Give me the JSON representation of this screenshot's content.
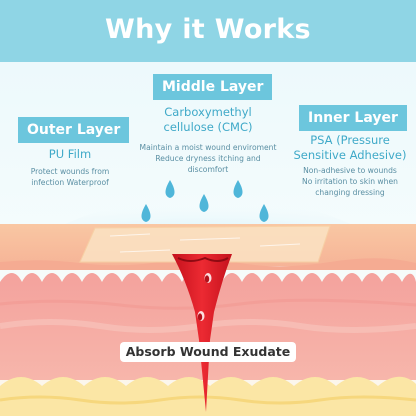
{
  "title": "Why it Works",
  "layers": {
    "outer": {
      "tag": "Outer Layer",
      "name": "PU Film",
      "desc": [
        "Protect wounds from",
        "infection Waterproof"
      ]
    },
    "middle": {
      "tag": "Middle Layer",
      "name": [
        "Carboxymethyl",
        "cellulose (CMC)"
      ],
      "desc": [
        "Maintain a moist wound enviroment",
        "Reduce dryness itching and",
        "discomfort"
      ]
    },
    "inner": {
      "tag": "Inner Layer",
      "name": [
        "PSA (Pressure",
        "Sensitive Adhesive)"
      ],
      "desc": [
        "Non-adhesive to wounds",
        "No irritation to skin when",
        "changing dressing"
      ]
    }
  },
  "banner": "Absorb Wound Exudate",
  "colors": {
    "header": "#8fd5e5",
    "tag": "#6cc6dd",
    "accent_text": "#3fa9c8",
    "skin_outer": "#f6a9a6",
    "skin_mid": "#f7c2b8",
    "fat": "#fbe6a5",
    "blood": "#e21f2a"
  }
}
